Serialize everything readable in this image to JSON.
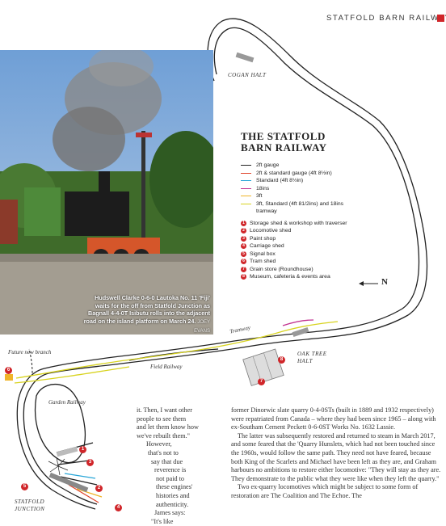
{
  "header": {
    "title": "STATFOLD BARN RAILWAY",
    "accent_color": "#d0262a"
  },
  "photo": {
    "caption": "Hudswell Clarke 0-6-0 Lautoka No. 11 'Fiji' waits for the off from Statfold Junction as Bagnall 4-4-0T Isibutu rolls into the adjacent road on the island platform on March 24.",
    "credit": "JOEY EVANS"
  },
  "map": {
    "title_line1": "THE STATFOLD",
    "title_line2": "BARN RAILWAY",
    "north_label": "N",
    "legend": [
      {
        "label": "2ft gauge",
        "color": "#222222"
      },
      {
        "label": "2ft & standard gauge (4ft 8½in)",
        "color": "#e0442a"
      },
      {
        "label": "Standard (4ft 8½in)",
        "color": "#29a6d8"
      },
      {
        "label": "18ins",
        "color": "#c2318f"
      },
      {
        "label": "3ft",
        "color": "#f0b429"
      },
      {
        "label": "3ft, Standard (4ft 81/2ins) and 18ins tramway",
        "color": "#d8d320"
      }
    ],
    "numbered": [
      {
        "num": "1",
        "label": "Storage shed & workshop with traverser"
      },
      {
        "num": "2",
        "label": "Locomotive shed"
      },
      {
        "num": "3",
        "label": "Paint shop"
      },
      {
        "num": "4",
        "label": "Carriage shed"
      },
      {
        "num": "5",
        "label": "Signal box"
      },
      {
        "num": "6",
        "label": "Tram shed"
      },
      {
        "num": "7",
        "label": "Grain store (Roundhouse)"
      },
      {
        "num": "8",
        "label": "Museum, cafeteria & events area"
      }
    ],
    "labels": {
      "cogan_halt": "COGAN HALT",
      "tramway": "Tramway",
      "oak_tree_halt_1": "OAK TREE",
      "oak_tree_halt_2": "HALT",
      "future_new_branch": "Future new branch",
      "field_railway": "Field Railway",
      "garden_railway": "Garden Railway",
      "statfold_junction_1": "STATFOLD",
      "statfold_junction_2": "JUNCTION"
    }
  },
  "article": {
    "left_lines": [
      "it. Then, I want other",
      "people to see them",
      "and let them know how",
      "we've rebuilt them.\"",
      "However,",
      "that's not to",
      "say that due",
      "reverence is",
      "not paid to",
      "these engines'",
      "histories and",
      "authenticity.",
      "James says:",
      "\"It's like"
    ],
    "right_paragraphs": [
      "former Dinorwic slate quarry 0-4-0STs (built in 1889 and 1932 respectively) were repatriated from Canada – where they had been since 1965 – along with ex-Southam Cement Peckett 0-6-0ST Works No. 1632 Lassie.",
      "The latter was subsequently restored and returned to steam in March 2017, and some feared that the 'Quarry Hunslets, which had not been touched since the 1960s, would follow the same path. They need not have feared, because both King of the Scarlets and Michael have been left as they are, and Graham harbours no ambitions to restore either locomotive: \"They will stay as they are. They demonstrate to the public what they were like when they left the quarry.\"",
      "Two ex-quarry locomotives which might be subject to some form of restoration are The Coalition and The Echoe. The"
    ]
  }
}
